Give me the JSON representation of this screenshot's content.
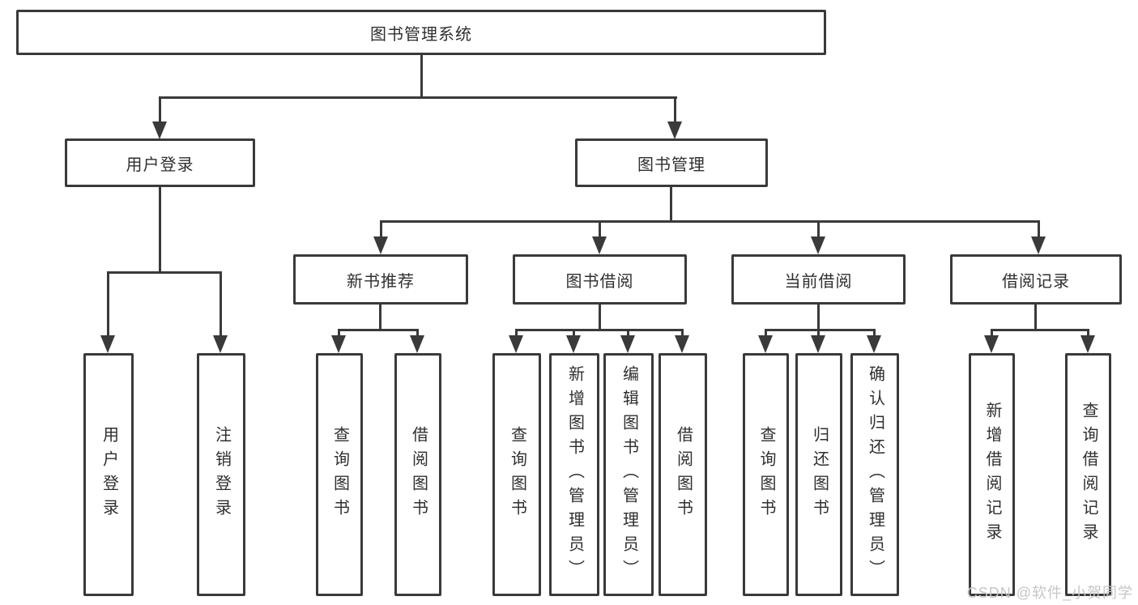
{
  "tree": {
    "root": "图书管理系统",
    "branches": [
      {
        "label": "用户登录",
        "children": [
          "用户登录",
          "注销登录"
        ]
      },
      {
        "label": "图书管理",
        "groups": [
          {
            "label": "新书推荐",
            "children": [
              "查询图书",
              "借阅图书"
            ]
          },
          {
            "label": "图书借阅",
            "children": [
              "查询图书",
              "新增图书（管理员）",
              "编辑图书（管理员）",
              "借阅图书"
            ]
          },
          {
            "label": "当前借阅",
            "children": [
              "查询图书",
              "归还图书",
              "确认归还（管理员）"
            ]
          },
          {
            "label": "借阅记录",
            "children": [
              "新增借阅记录",
              "查询借阅记录"
            ]
          }
        ]
      }
    ]
  },
  "watermark": "CSDN @软件_小贺同学",
  "colors": {
    "line": "#3a3a3a",
    "text": "#2f2f2f",
    "watermark": "#c6c6c6"
  }
}
